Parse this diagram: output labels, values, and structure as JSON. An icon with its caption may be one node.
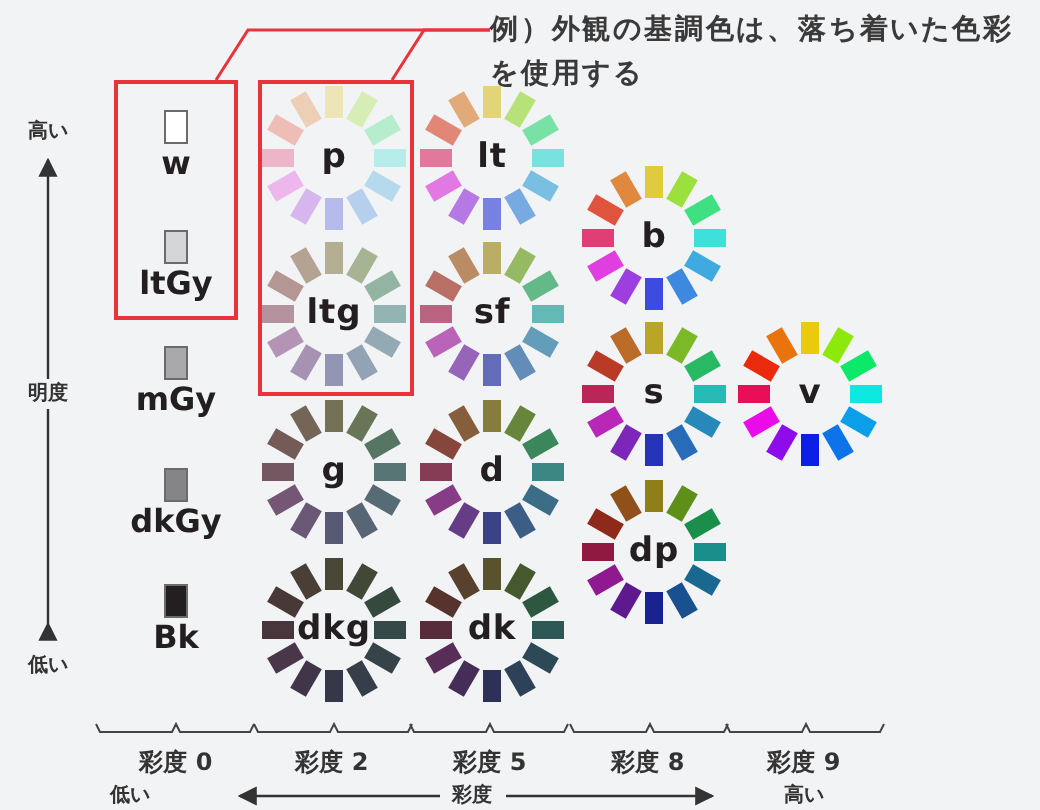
{
  "diagram": {
    "nodes": [
      {
        "text": [
          "例）外観の基調色は、落ち着いた色彩を使用する"
        ]
      },
      {
        "text": [],
        "shape": "box"
      },
      {
        "text": [],
        "shape": "box"
      },
      {
        "text": [
          "w"
        ],
        "in": 1
      },
      {
        "text": [
          "ltGy"
        ],
        "in": 1
      },
      {
        "text": [
          "p"
        ],
        "in": 2
      },
      {
        "text": [
          "ltg"
        ],
        "in": 2
      },
      {
        "text": [
          "lt"
        ]
      },
      {
        "text": [
          "sf"
        ]
      },
      {
        "text": [
          "b"
        ]
      },
      {
        "text": [
          "mGy"
        ]
      },
      {
        "text": [
          "s"
        ]
      },
      {
        "text": [
          "v"
        ]
      },
      {
        "text": [
          "dkGy"
        ]
      },
      {
        "text": [
          "g"
        ]
      },
      {
        "text": [
          "d"
        ]
      },
      {
        "text": [
          "dp"
        ]
      },
      {
        "text": [
          "Bk"
        ]
      },
      {
        "text": [
          "dkg"
        ]
      },
      {
        "text": [
          "dk"
        ]
      }
    ],
    "edges": [
      {
        "from": 0,
        "to": 1,
        "arrow": "none"
      },
      {
        "from": 0,
        "to": 2,
        "arrow": "none"
      }
    ],
    "labels": [
      "高い",
      "明度",
      "低い",
      "彩度 0",
      "彩度 2",
      "彩度 5",
      "彩度 8",
      "彩度 9",
      "低い",
      "彩度",
      "高い"
    ]
  }
}
